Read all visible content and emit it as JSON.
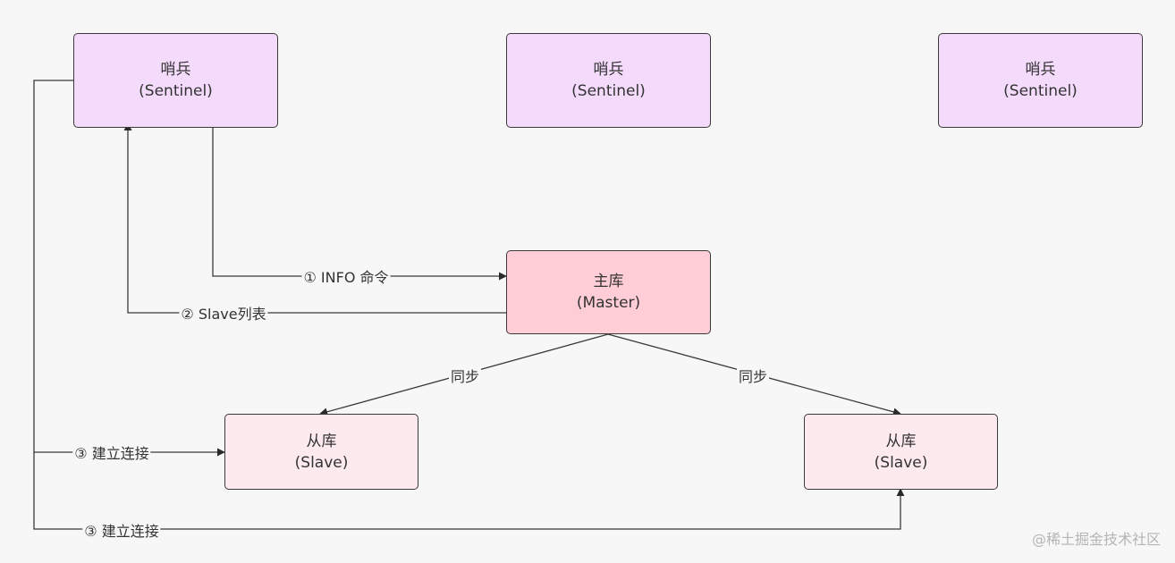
{
  "sentinels": [
    {
      "title": "哨兵",
      "subtitle": "(Sentinel)"
    },
    {
      "title": "哨兵",
      "subtitle": "(Sentinel)"
    },
    {
      "title": "哨兵",
      "subtitle": "(Sentinel)"
    }
  ],
  "master": {
    "title": "主库",
    "subtitle": "(Master)"
  },
  "slaves": [
    {
      "title": "从库",
      "subtitle": "(Slave)"
    },
    {
      "title": "从库",
      "subtitle": "(Slave)"
    }
  ],
  "edges": {
    "info_command": "① INFO 命令",
    "slave_list": "② Slave列表",
    "connect_slave_1": "③ 建立连接",
    "connect_slave_2": "③ 建立连接",
    "sync_left": "同步",
    "sync_right": "同步"
  },
  "watermark": "@稀土掘金技术社区",
  "colors": {
    "sentinel_fill": "#f4dbfc",
    "master_fill": "#ffcdd5",
    "slave_fill": "#fdeaef",
    "line": "#3a3a3a"
  }
}
